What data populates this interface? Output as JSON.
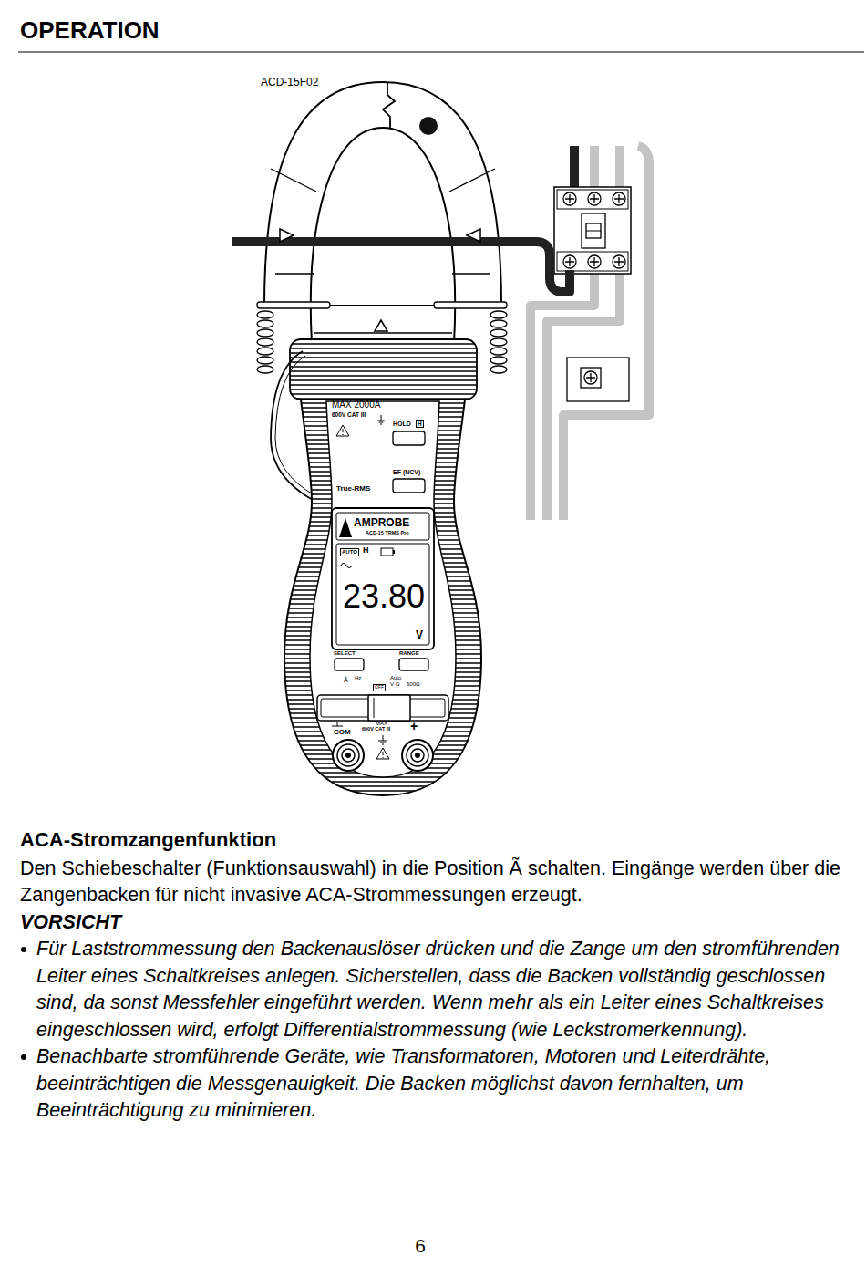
{
  "diagram": {
    "title": "OPERATION",
    "labels": [
      "ACD-15F02",
      "MAX 2000Ã",
      "600V CAT III",
      "HOLD",
      "H",
      "EF (NCV)",
      "True-RMS",
      "AMPROBE",
      "ACD-15 TRMS Pro",
      "AUTO",
      "H",
      "23.80",
      "V",
      "SELECT",
      "RANGE",
      "Ã",
      "Hz",
      "OFF",
      "Auto",
      "V·Ω",
      "600Ω",
      "COM",
      "MAX",
      "600V CAT III",
      "+",
      "ACA-Stromzangenfunktion",
      "Den Schiebeschalter (Funktionsauswahl) in die Position Ã schalten. Eingänge werden über die Zangenbacken für nicht invasive ACA-Strommessungen erzeugt.",
      "VORSICHT",
      "Für Laststrommessung den Backenauslöser drücken und die Zange um den stromführenden Leiter eines Schaltkreises anlegen. Sicherstellen, dass die Backen vollständig geschlossen sind, da sonst Messfehler eingeführt werden. Wenn mehr als ein Leiter eines Schaltkreises eingeschlossen wird, erfolgt Differentialstrommessung (wie Leckstromerkennung).",
      "Benachbarte stromführende Geräte, wie Transformatoren, Motoren und Leiterdrähte, beeinträchtigen die Messgenauigkeit. Die Backen möglichst davon fernhalten, um Beeinträchtigung zu minimieren.",
      "6"
    ]
  }
}
